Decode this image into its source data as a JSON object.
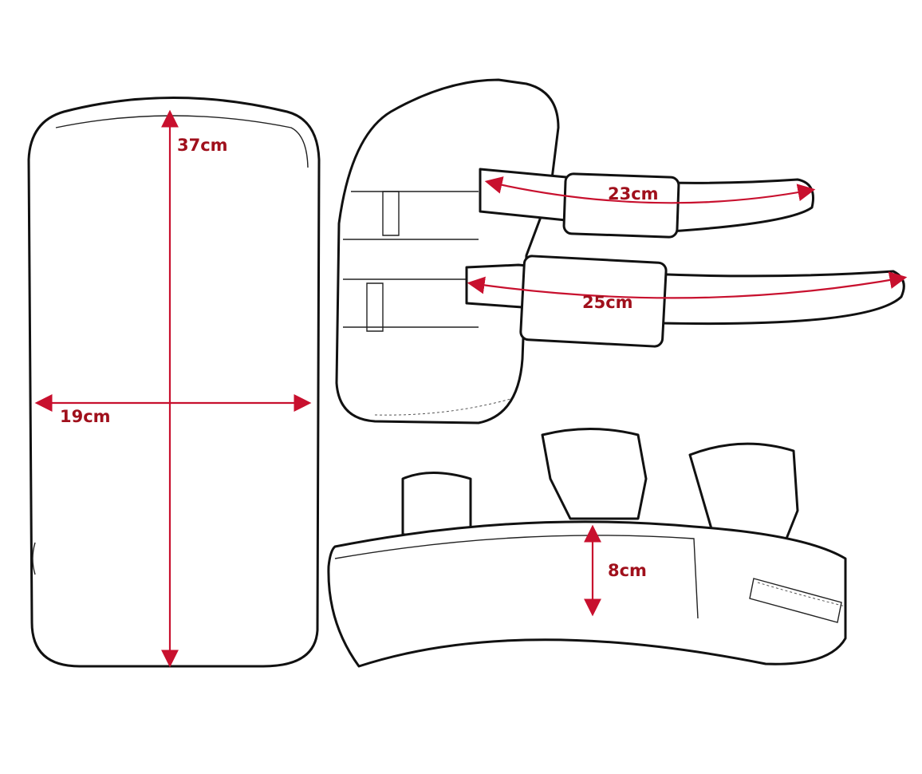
{
  "colors": {
    "measure": "#c8102e",
    "outline": "#111111"
  },
  "measurements": {
    "height": "37cm",
    "width": "19cm",
    "strap_top": "23cm",
    "strap_bottom": "25cm",
    "thickness": "8cm"
  }
}
